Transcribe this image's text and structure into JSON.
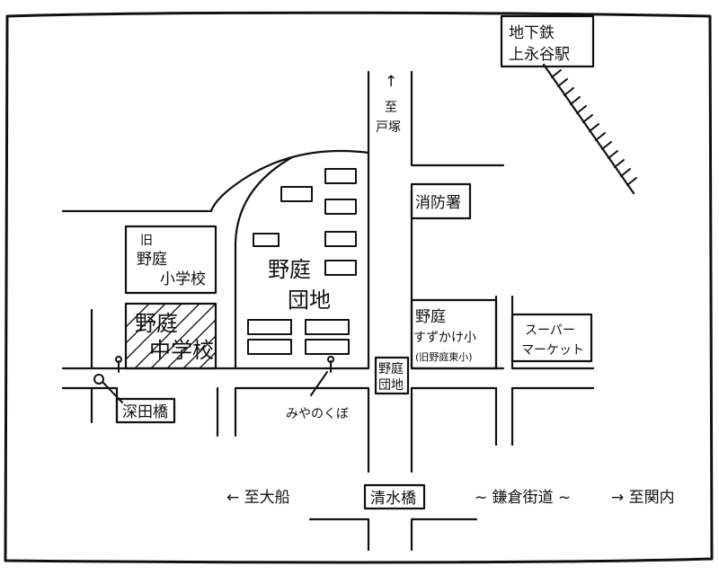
{
  "map": {
    "station": {
      "line1": "地下鉄",
      "line2": "上永谷駅"
    },
    "to_totsuka": {
      "arrow": "↑",
      "line1": "至",
      "line2": "戸塚"
    },
    "fire_station": "消防署",
    "old_school": {
      "line1": "旧",
      "line2": "野庭",
      "line3": "小学校"
    },
    "middle_school": {
      "line1": "野庭",
      "line2": "中学校"
    },
    "danchi": {
      "line1": "野庭",
      "line2": "団地"
    },
    "suzukake_school": {
      "line1": "野庭",
      "line2": "すずかけ小",
      "line3": "(旧野庭東小)"
    },
    "supermarket": {
      "line1": "スーパー",
      "line2": "マーケット"
    },
    "bus_stop_noba": {
      "line1": "野庭",
      "line2": "団地"
    },
    "bridge_fukada": "深田橋",
    "bus_stop_miyanokubo": "みやのくぼ",
    "bridge_shimizu": "清水橋",
    "to_ofuna": "← 至大船",
    "kamakura_road": "~ 鎌倉街道 ~",
    "to_kannai": "→ 至関内"
  }
}
